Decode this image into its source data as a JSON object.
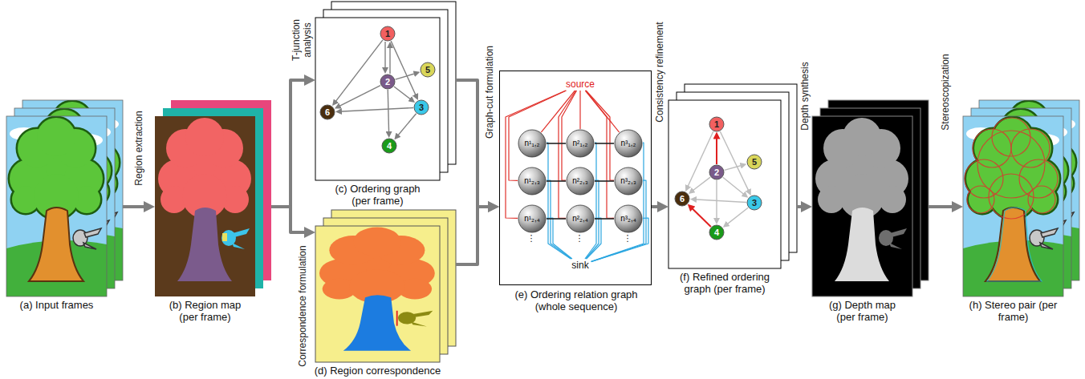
{
  "diagram": {
    "nodes": [
      {
        "text": [
          "(a) Input frames"
        ]
      },
      {
        "text": [
          "(b) Region map (per frame)"
        ]
      },
      {
        "text": [
          "(c) Ordering graph (per frame)"
        ]
      },
      {
        "text": [
          "1"
        ],
        "in": 2
      },
      {
        "text": [
          "2"
        ],
        "in": 2
      },
      {
        "text": [
          "3"
        ],
        "in": 2
      },
      {
        "text": [
          "4"
        ],
        "in": 2
      },
      {
        "text": [
          "5"
        ],
        "in": 2
      },
      {
        "text": [
          "6"
        ],
        "in": 2
      },
      {
        "text": [
          "(d) Region correspondence"
        ]
      },
      {
        "text": [
          "(e) Ordering relation graph (whole sequence)"
        ]
      },
      {
        "text": [
          "source"
        ],
        "in": 10
      },
      {
        "text": [
          "n¹₁,₂"
        ],
        "in": 10
      },
      {
        "text": [
          "n²₁,₂"
        ],
        "in": 10
      },
      {
        "text": [
          "n³₁,₂"
        ],
        "in": 10
      },
      {
        "text": [
          "n¹₂,₃"
        ],
        "in": 10
      },
      {
        "text": [
          "n²₂,₃"
        ],
        "in": 10
      },
      {
        "text": [
          "n³₂,₃"
        ],
        "in": 10
      },
      {
        "text": [
          "n¹₂,₄"
        ],
        "in": 10
      },
      {
        "text": [
          "n²₂,₄"
        ],
        "in": 10
      },
      {
        "text": [
          "n³₂,₄"
        ],
        "in": 10
      },
      {
        "text": [
          "sink"
        ],
        "in": 10
      },
      {
        "text": [
          "(f) Refined ordering graph (per frame)"
        ]
      },
      {
        "text": [
          "1"
        ],
        "in": 22
      },
      {
        "text": [
          "2"
        ],
        "in": 22
      },
      {
        "text": [
          "3"
        ],
        "in": 22
      },
      {
        "text": [
          "4"
        ],
        "in": 22
      },
      {
        "text": [
          "5"
        ],
        "in": 22
      },
      {
        "text": [
          "6"
        ],
        "in": 22
      },
      {
        "text": [
          "(g) Depth map (per frame)"
        ]
      },
      {
        "text": [
          "(h) Stereo pair (per frame)"
        ]
      }
    ],
    "edges": [
      {
        "from": 0,
        "to": 1,
        "arrow": "to",
        "label": "Region extraction"
      },
      {
        "from": 1,
        "to": 2,
        "arrow": "to",
        "label": "T-junction analysis"
      },
      {
        "from": 1,
        "to": 9,
        "arrow": "to",
        "label": "Correspondence formulation"
      },
      {
        "from": 2,
        "to": 10,
        "arrow": "to",
        "label": "Graph-cut formulation"
      },
      {
        "from": 9,
        "to": 10,
        "arrow": "to"
      },
      {
        "from": 10,
        "to": 22,
        "arrow": "to",
        "label": "Consistency refinement"
      },
      {
        "from": 22,
        "to": 29,
        "arrow": "to",
        "label": "Depth synthesis"
      },
      {
        "from": 29,
        "to": 30,
        "arrow": "to",
        "label": "Stereoscopization"
      },
      {
        "from": 3,
        "to": 4,
        "arrow": "to"
      },
      {
        "from": 4,
        "to": 3,
        "arrow": "to"
      },
      {
        "from": 3,
        "to": 8,
        "arrow": "to"
      },
      {
        "from": 3,
        "to": 5,
        "arrow": "to"
      },
      {
        "from": 4,
        "to": 7,
        "arrow": "to"
      },
      {
        "from": 4,
        "to": 8,
        "arrow": "to"
      },
      {
        "from": 4,
        "to": 5,
        "arrow": "to"
      },
      {
        "from": 4,
        "to": 6,
        "arrow": "to"
      },
      {
        "from": 5,
        "to": 8,
        "arrow": "to"
      },
      {
        "from": 5,
        "to": 6,
        "arrow": "to"
      },
      {
        "from": 24,
        "to": 23,
        "arrow": "to"
      },
      {
        "from": 23,
        "to": 28,
        "arrow": "to"
      },
      {
        "from": 23,
        "to": 25,
        "arrow": "to"
      },
      {
        "from": 24,
        "to": 27,
        "arrow": "to"
      },
      {
        "from": 24,
        "to": 28,
        "arrow": "to"
      },
      {
        "from": 24,
        "to": 25,
        "arrow": "to"
      },
      {
        "from": 24,
        "to": 26,
        "arrow": "to"
      },
      {
        "from": 25,
        "to": 28,
        "arrow": "to"
      },
      {
        "from": 25,
        "to": 26,
        "arrow": "to"
      },
      {
        "from": 26,
        "to": 28,
        "arrow": "to"
      },
      {
        "from": 11,
        "to": 12,
        "arrow": "none"
      },
      {
        "from": 11,
        "to": 13,
        "arrow": "none"
      },
      {
        "from": 11,
        "to": 14,
        "arrow": "none"
      },
      {
        "from": 11,
        "to": 15,
        "arrow": "none"
      },
      {
        "from": 11,
        "to": 16,
        "arrow": "none"
      },
      {
        "from": 11,
        "to": 17,
        "arrow": "none"
      },
      {
        "from": 11,
        "to": 18,
        "arrow": "none"
      },
      {
        "from": 11,
        "to": 19,
        "arrow": "none"
      },
      {
        "from": 11,
        "to": 20,
        "arrow": "none"
      },
      {
        "from": 12,
        "to": 21,
        "arrow": "none"
      },
      {
        "from": 13,
        "to": 21,
        "arrow": "none"
      },
      {
        "from": 14,
        "to": 21,
        "arrow": "none"
      },
      {
        "from": 15,
        "to": 21,
        "arrow": "none"
      },
      {
        "from": 16,
        "to": 21,
        "arrow": "none"
      },
      {
        "from": 17,
        "to": 21,
        "arrow": "none"
      },
      {
        "from": 18,
        "to": 21,
        "arrow": "none"
      },
      {
        "from": 19,
        "to": 21,
        "arrow": "none"
      },
      {
        "from": 20,
        "to": 21,
        "arrow": "none"
      },
      {
        "from": 12,
        "to": 13,
        "arrow": "none"
      },
      {
        "from": 13,
        "to": 14,
        "arrow": "none"
      },
      {
        "from": 15,
        "to": 16,
        "arrow": "none"
      },
      {
        "from": 16,
        "to": 17,
        "arrow": "none"
      },
      {
        "from": 18,
        "to": 19,
        "arrow": "none"
      },
      {
        "from": 19,
        "to": 20,
        "arrow": "none"
      }
    ],
    "labels": [
      "⋮",
      "⋮",
      "⋮"
    ]
  }
}
